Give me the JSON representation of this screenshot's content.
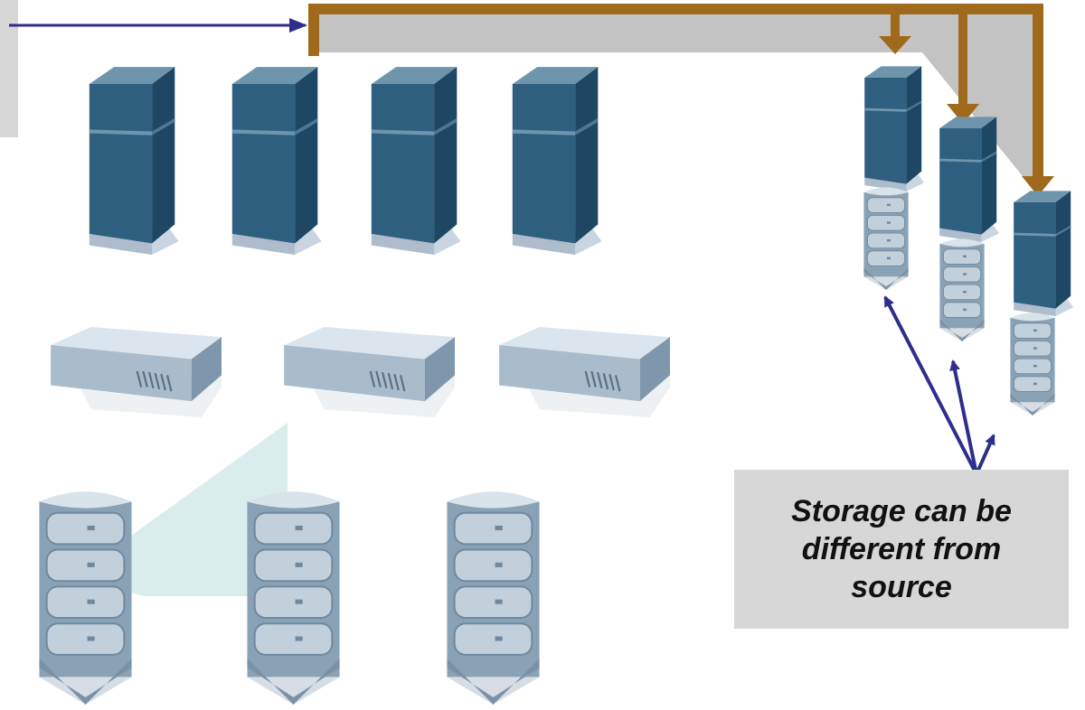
{
  "callout": {
    "text": "Storage can be\ndifferent from\nsource"
  },
  "colors": {
    "flow_arrow": "#a06a1c",
    "pointer_arrow": "#2e2e8c",
    "server_front": "#1e4a66",
    "server_side": "#2f5f7f",
    "server_top": "#6f95ad",
    "base": "#c9d6e2",
    "callout_bg": "#d7d7d7",
    "highlight": "#bfe3e0"
  },
  "icons": [
    "left-incoming-arrow",
    "replication-flow-arrow",
    "source-server-icon",
    "switch-icon",
    "source-storage-icon",
    "target-server-icon",
    "target-storage-icon",
    "pointer-arrows"
  ]
}
